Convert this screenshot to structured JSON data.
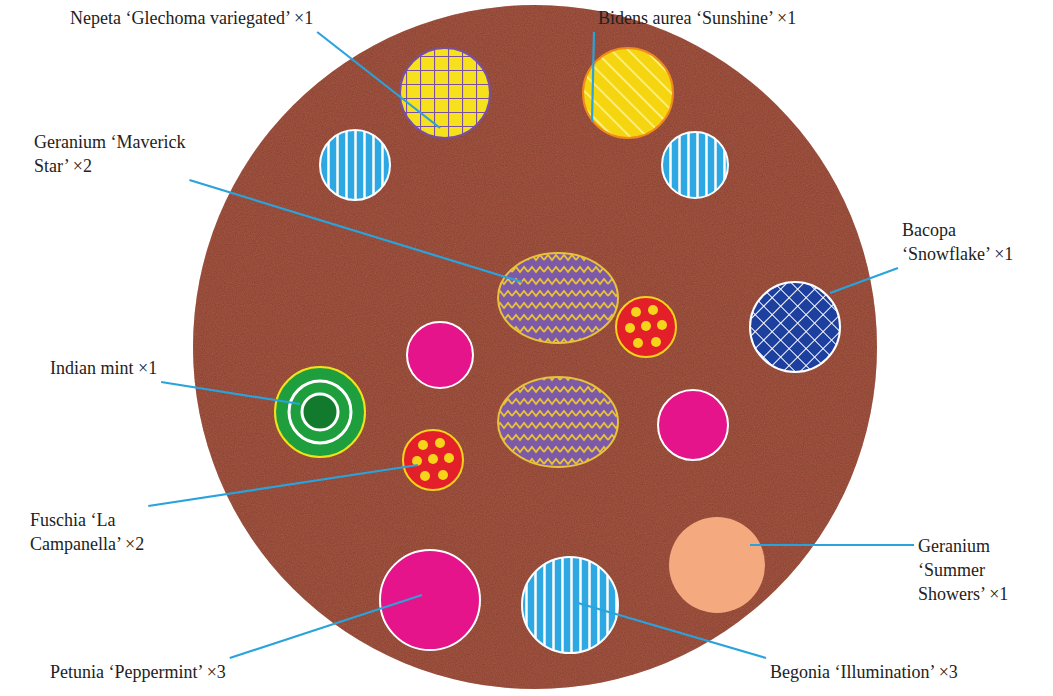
{
  "diagram": {
    "labels": [
      "Nepeta ‘Glechoma variegated’ ×1",
      "Bidens aurea ‘Sunshine’ ×1",
      "Geranium ‘Maverick Star’ ×2",
      "Bacopa ‘Snowflake’ ×1",
      "Indian mint ×1",
      "Fuschia ‘La Campanella’ ×2",
      "Geranium ‘Summer Showers’ ×1",
      "Petunia ‘Peppermint’ ×3",
      "Begonia ‘Illumination’ ×3"
    ]
  }
}
